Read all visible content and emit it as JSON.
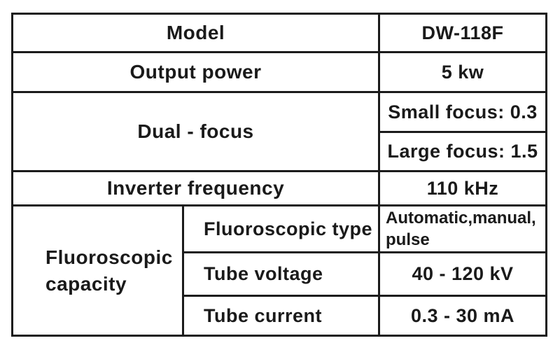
{
  "colors": {
    "background": "#ffffff",
    "border": "#1b1b1b",
    "text": "#1a1a1a"
  },
  "spec_table": {
    "rows": [
      {
        "label": "Model",
        "value": "DW-118F"
      },
      {
        "label": "Output power",
        "value": "5 kw"
      },
      {
        "label": "Dual - focus",
        "values": [
          "Small focus: 0.3",
          "Large focus: 1.5"
        ]
      },
      {
        "label": "Inverter frequency",
        "value": "110 kHz"
      },
      {
        "label": "Fluoroscopic capacity",
        "sub_rows": [
          {
            "label": "Fluoroscopic type",
            "value": "Automatic,manual,\npulse"
          },
          {
            "label": "Tube voltage",
            "value": "40 - 120 kV"
          },
          {
            "label": "Tube current",
            "value": "0.3 - 30 mA"
          }
        ]
      }
    ]
  }
}
